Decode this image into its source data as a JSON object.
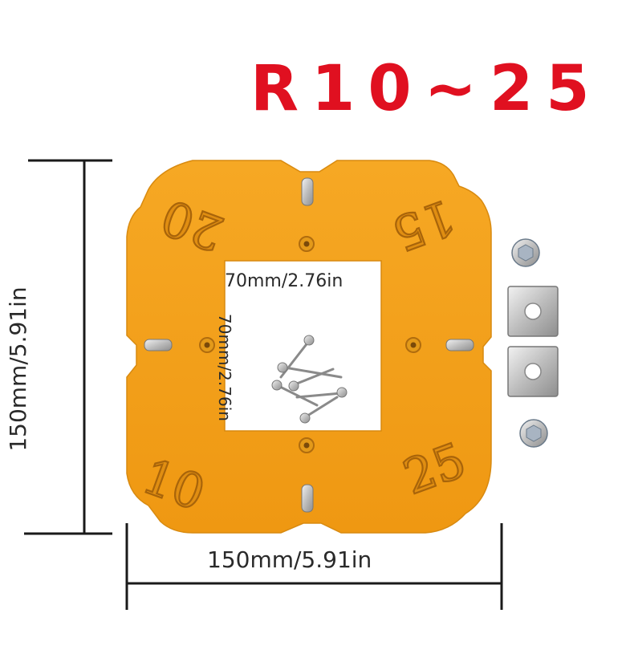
{
  "title": "R10~25",
  "dimensions": {
    "width_label": "150mm/5.91in",
    "height_label": "150mm/5.91in",
    "inner_width_label": "70mm/2.76in",
    "inner_height_label": "70mm/2.76in"
  },
  "template": {
    "radius_marks": [
      "20",
      "15",
      "10",
      "25"
    ],
    "color": "#f3a21a"
  },
  "colors": {
    "title": "#e01020",
    "dimension_line": "#1a1a1a"
  }
}
